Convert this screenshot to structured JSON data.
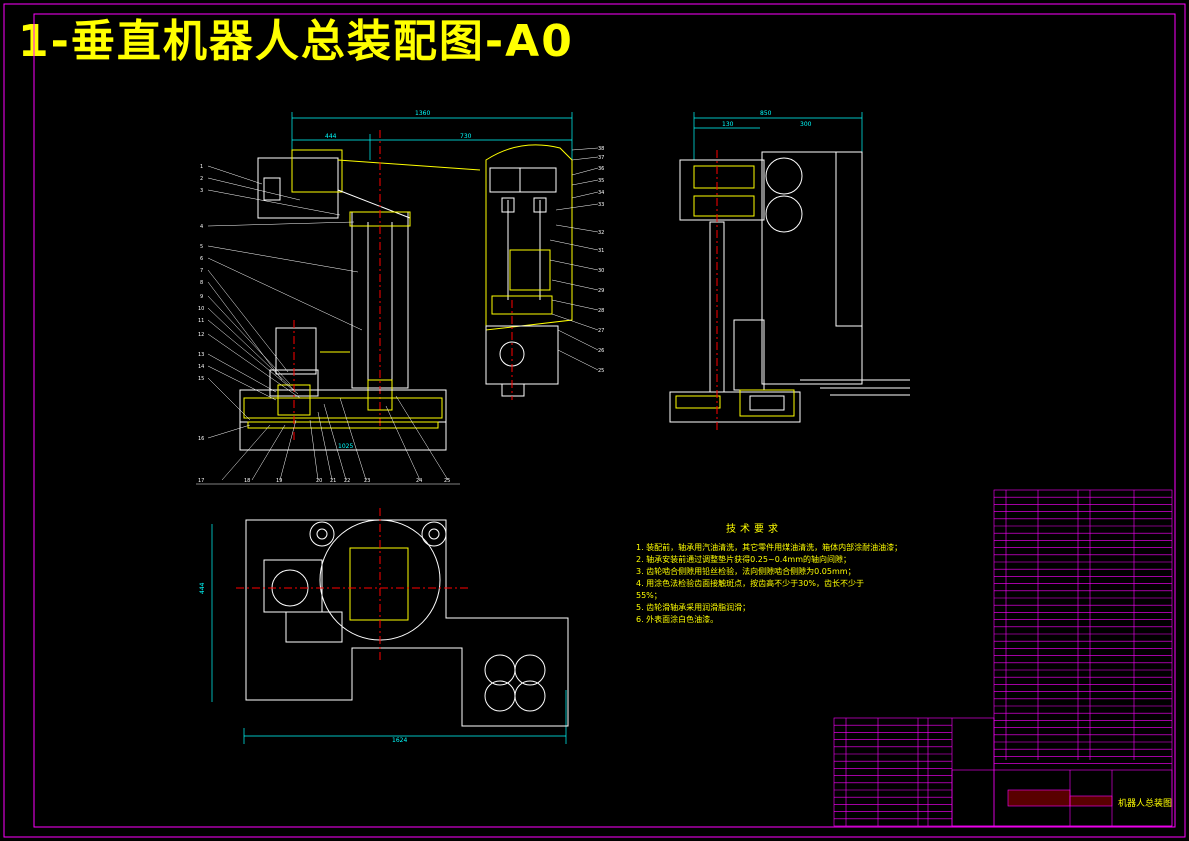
{
  "drawing": {
    "title": "1-垂直机器人总装配图-A0",
    "title_block_name": "机器人总装图",
    "colors": {
      "background": "#000000",
      "frame": "#ff00ff",
      "outline": "#ffffff",
      "centerline": "#ff0000",
      "hatch": "#ffff00",
      "dimension": "#00ffff",
      "text": "#ffff00",
      "green": "#00ff00"
    }
  },
  "dimensions": {
    "front_overall": "1360",
    "front_left": "444",
    "front_right": "730",
    "front_base": "1025",
    "side_overall": "850",
    "side_a": "130",
    "side_b": "300",
    "top_height": "444",
    "top_width": "1624"
  },
  "part_labels_left": [
    "1",
    "2",
    "3",
    "4",
    "5",
    "6",
    "7",
    "8",
    "9",
    "10",
    "11",
    "12",
    "13",
    "14",
    "15",
    "16"
  ],
  "part_labels_bottom": [
    "17",
    "18",
    "19",
    "20",
    "21",
    "22",
    "23",
    "24",
    "25"
  ],
  "technical_requirements": {
    "heading": "技术要求",
    "items": [
      "1. 装配前，轴承用汽油清洗，其它零件用煤油清洗，箱体内部涂耐油油漆；",
      "2. 轴承安装前通过调整垫片获得0.25~0.4mm的轴向间隙；",
      "3. 齿轮啮合侧隙用铅丝检验，法向侧隙啮合侧隙为0.05mm；",
      "4. 用涂色法检验齿面接触斑点，按齿高不少于30%，齿长不少于",
      "55%；",
      "5. 齿轮滑轴承采用润滑脂润滑；",
      "6. 外表面涂白色油漆。"
    ]
  }
}
